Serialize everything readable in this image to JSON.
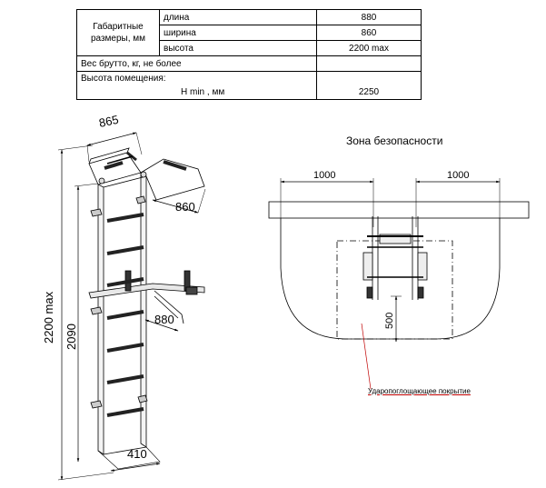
{
  "specs": {
    "dimensions_label": "Габаритные размеры, мм",
    "rows": [
      {
        "param": "длина",
        "value": "880"
      },
      {
        "param": "ширина",
        "value": "860"
      },
      {
        "param": "высота",
        "value": "2200 max"
      }
    ],
    "weight_label": "Вес брутто, кг, не более",
    "weight_value": "",
    "room_height_label": "Высота помещения:",
    "room_height_sub": "H min , мм",
    "room_height_value": "2250"
  },
  "left_dims": {
    "depth_top": "865",
    "width_top": "860",
    "total_height": "2200 max",
    "height_inner": "2090",
    "bar_length": "880",
    "base_width": "410"
  },
  "safety_zone": {
    "title": "Зона безопасности",
    "left_offset": "1000",
    "right_offset": "1000",
    "depth": "500",
    "coating_label": "Ударопоглощающее покрытие"
  }
}
